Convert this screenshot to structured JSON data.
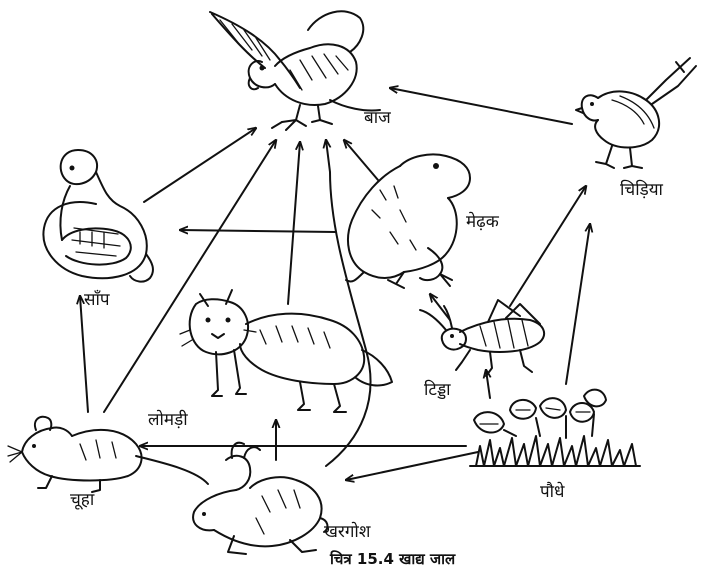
{
  "labels": {
    "hawk": "बाज",
    "sparrow": "चिड़िया",
    "snake": "साँप",
    "frog": "मेढ़क",
    "fox": "लोमड़ी",
    "grasshopper": "टिड्डा",
    "rat": "चूहा",
    "plants": "पौधे",
    "rabbit": "खरगोश"
  },
  "caption": "चित्र 15.4 खाद्य जाल",
  "links": [
    {
      "from": "sparrow",
      "to": "hawk"
    },
    {
      "from": "snake",
      "to": "hawk"
    },
    {
      "from": "frog",
      "to": "hawk"
    },
    {
      "from": "fox",
      "to": "hawk"
    },
    {
      "from": "rat",
      "to": "hawk"
    },
    {
      "from": "rabbit",
      "to": "hawk"
    },
    {
      "from": "frog",
      "to": "snake"
    },
    {
      "from": "rat",
      "to": "snake"
    },
    {
      "from": "grasshopper",
      "to": "frog"
    },
    {
      "from": "grasshopper",
      "to": "sparrow"
    },
    {
      "from": "plants",
      "to": "sparrow"
    },
    {
      "from": "plants",
      "to": "grasshopper"
    },
    {
      "from": "plants",
      "to": "rat"
    },
    {
      "from": "plants",
      "to": "rabbit"
    },
    {
      "from": "rabbit",
      "to": "fox"
    }
  ]
}
